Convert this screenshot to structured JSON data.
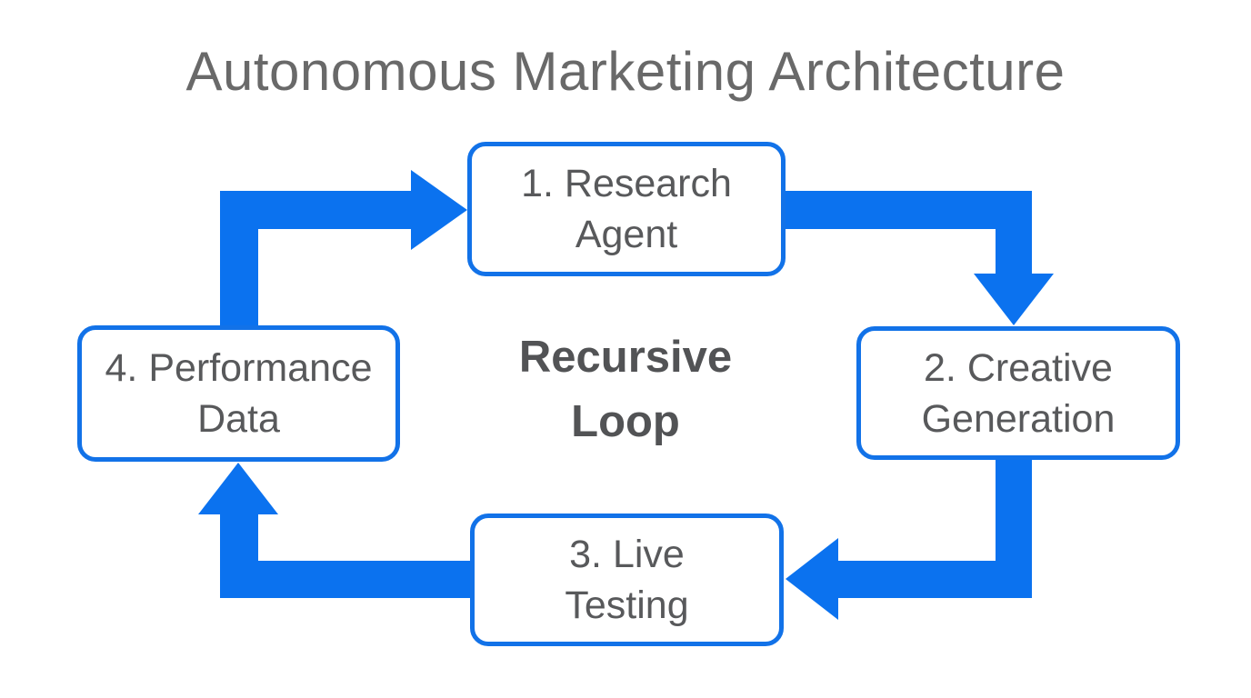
{
  "title": "Autonomous Marketing Architecture",
  "center_label": "Recursive\nLoop",
  "nodes": [
    {
      "id": "research-agent",
      "label": "1. Research\nAgent"
    },
    {
      "id": "creative-generation",
      "label": "2. Creative\nGeneration"
    },
    {
      "id": "live-testing",
      "label": "3. Live\nTesting"
    },
    {
      "id": "performance-data",
      "label": "4. Performance\nData"
    }
  ],
  "edges": [
    {
      "from": "research-agent",
      "to": "creative-generation"
    },
    {
      "from": "creative-generation",
      "to": "live-testing"
    },
    {
      "from": "live-testing",
      "to": "performance-data"
    },
    {
      "from": "performance-data",
      "to": "research-agent"
    }
  ],
  "colors": {
    "arrow": "#0b72ef",
    "box_border": "#1272e8",
    "box_background": "#ffffff",
    "title_text": "#696969",
    "node_text": "#58595b",
    "center_text": "#525355",
    "background": "#ffffff"
  }
}
